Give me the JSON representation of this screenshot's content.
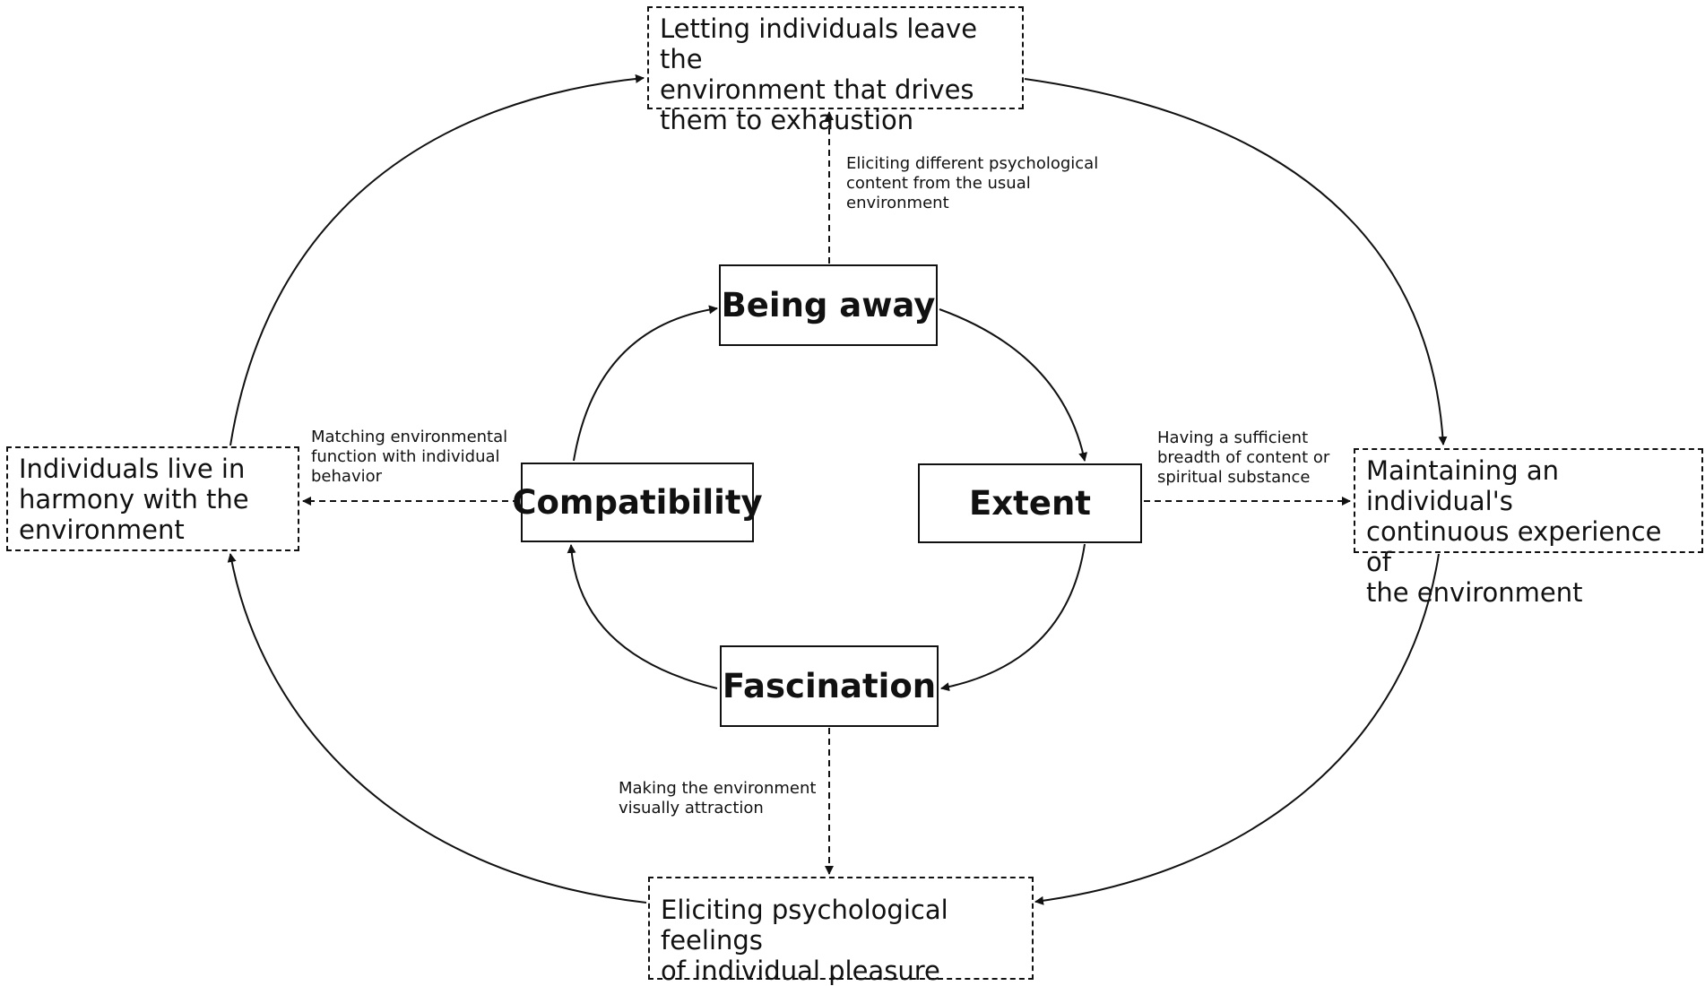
{
  "core_concepts": {
    "being_away": "Being away",
    "extent": "Extent",
    "compatibility": "Compatibility",
    "fascination": "Fascination"
  },
  "outcomes": {
    "top": [
      "Letting individuals leave the",
      "environment that drives",
      "them to exhaustion"
    ],
    "left": [
      "Individuals live in",
      "harmony with the",
      "environment"
    ],
    "right": [
      "Maintaining an individual's",
      "continuous experience of",
      "the environment"
    ],
    "bottom": [
      "Eliciting psychological feelings",
      "of individual pleasure"
    ]
  },
  "annotations": {
    "top": [
      "Eliciting different psychological",
      "content from the usual",
      "environment"
    ],
    "left": [
      "Matching environmental",
      "function with individual",
      "behavior"
    ],
    "right": [
      "Having a sufficient",
      "breadth of content or",
      "spiritual substance"
    ],
    "bottom": [
      "Making the environment",
      "visually attraction"
    ]
  }
}
